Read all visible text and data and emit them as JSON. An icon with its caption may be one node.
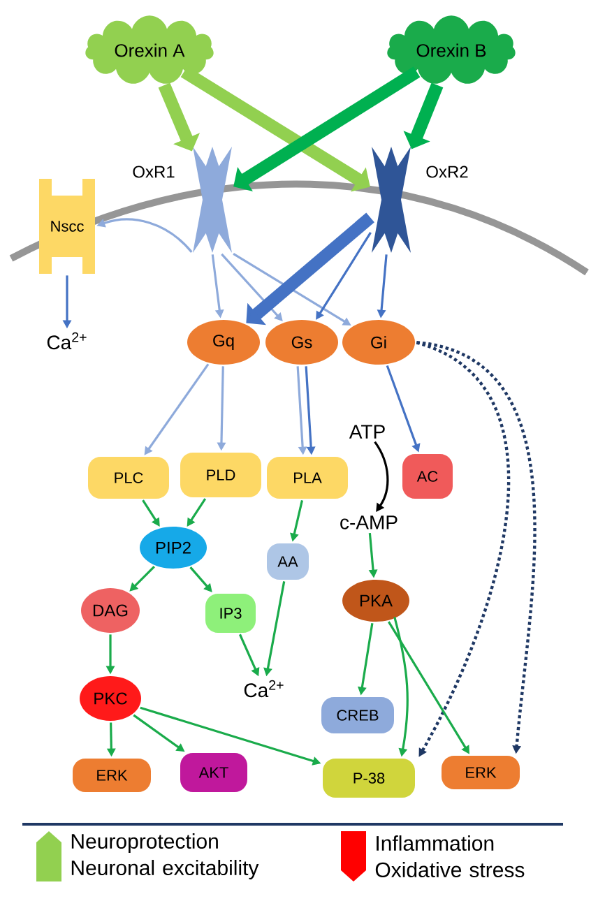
{
  "diagram": {
    "nodes": [
      {
        "text": [
          "Orexin A"
        ]
      },
      {
        "text": [
          "Orexin B"
        ]
      },
      {
        "text": [
          "OxR1"
        ]
      },
      {
        "text": [
          "OxR2"
        ]
      },
      {
        "text": [
          "Nscc"
        ]
      },
      {
        "text": [
          "Ca$^{2+}$"
        ]
      },
      {
        "text": [
          "Gq"
        ]
      },
      {
        "text": [
          "Gs"
        ]
      },
      {
        "text": [
          "Gi"
        ]
      },
      {
        "text": [
          "PLC"
        ]
      },
      {
        "text": [
          "PLD"
        ]
      },
      {
        "text": [
          "PLA"
        ]
      },
      {
        "text": [
          "ATP"
        ]
      },
      {
        "text": [
          "AC"
        ]
      },
      {
        "text": [
          "c-AMP"
        ]
      },
      {
        "text": [
          "PIP2"
        ]
      },
      {
        "text": [
          "AA"
        ]
      },
      {
        "text": [
          "DAG"
        ]
      },
      {
        "text": [
          "IP3"
        ]
      },
      {
        "text": [
          "PKA"
        ]
      },
      {
        "text": [
          "PKC"
        ]
      },
      {
        "text": [
          "Ca$^{2+}$"
        ]
      },
      {
        "text": [
          "CREB"
        ]
      },
      {
        "text": [
          "ERK"
        ]
      },
      {
        "text": [
          "AKT"
        ]
      },
      {
        "text": [
          "P-38"
        ]
      },
      {
        "text": [
          "ERK"
        ]
      }
    ],
    "edges": [
      {
        "from": 0,
        "to": 2,
        "arrow": "to",
        "style": "thick",
        "color": "#92d050"
      },
      {
        "from": 0,
        "to": 3,
        "arrow": "to",
        "style": "thick",
        "color": "#92d050"
      },
      {
        "from": 1,
        "to": 3,
        "arrow": "to",
        "style": "thick",
        "color": "#00b050"
      },
      {
        "from": 1,
        "to": 2,
        "arrow": "to",
        "style": "thick",
        "color": "#00b050"
      },
      {
        "from": 2,
        "to": 4,
        "arrow": "to",
        "color": "#8eaadb"
      },
      {
        "from": 2,
        "to": 6,
        "arrow": "to",
        "color": "#8eaadb"
      },
      {
        "from": 2,
        "to": 7,
        "arrow": "to",
        "color": "#8eaadb"
      },
      {
        "from": 2,
        "to": 8,
        "arrow": "to",
        "color": "#8eaadb"
      },
      {
        "from": 3,
        "to": 6,
        "arrow": "to",
        "style": "thick",
        "color": "#4472c4"
      },
      {
        "from": 3,
        "to": 7,
        "arrow": "to",
        "color": "#4472c4"
      },
      {
        "from": 3,
        "to": 8,
        "arrow": "to",
        "color": "#4472c4"
      },
      {
        "from": 4,
        "to": 5,
        "arrow": "to",
        "color": "#4472c4"
      },
      {
        "from": 6,
        "to": 9,
        "arrow": "to",
        "color": "#8eaadb"
      },
      {
        "from": 6,
        "to": 10,
        "arrow": "to",
        "color": "#8eaadb"
      },
      {
        "from": 7,
        "to": 11,
        "arrow": "to",
        "color": "#8eaadb"
      },
      {
        "from": 7,
        "to": 11,
        "arrow": "to",
        "color": "#4472c4"
      },
      {
        "from": 8,
        "to": 13,
        "arrow": "to",
        "color": "#4472c4"
      },
      {
        "from": 8,
        "to": 25,
        "arrow": "to",
        "style": "dashed",
        "color": "#1f3864"
      },
      {
        "from": 8,
        "to": 26,
        "arrow": "to",
        "style": "dashed",
        "color": "#1f3864"
      },
      {
        "from": 12,
        "to": 14,
        "arrow": "to",
        "color": "#000000"
      },
      {
        "from": 9,
        "to": 15,
        "arrow": "to"
      },
      {
        "from": 10,
        "to": 15,
        "arrow": "to"
      },
      {
        "from": 11,
        "to": 16,
        "arrow": "to"
      },
      {
        "from": 15,
        "to": 17,
        "arrow": "to"
      },
      {
        "from": 15,
        "to": 18,
        "arrow": "to"
      },
      {
        "from": 16,
        "to": 21,
        "arrow": "to"
      },
      {
        "from": 18,
        "to": 21,
        "arrow": "to"
      },
      {
        "from": 14,
        "to": 19,
        "arrow": "to"
      },
      {
        "from": 17,
        "to": 20,
        "arrow": "to"
      },
      {
        "from": 20,
        "to": 23,
        "arrow": "to"
      },
      {
        "from": 20,
        "to": 24,
        "arrow": "to"
      },
      {
        "from": 20,
        "to": 25,
        "arrow": "to"
      },
      {
        "from": 19,
        "to": 22,
        "arrow": "to"
      },
      {
        "from": 19,
        "to": 25,
        "arrow": "to"
      },
      {
        "from": 19,
        "to": 26,
        "arrow": "to"
      }
    ],
    "legend": [
      {
        "text": "Neuroprotection Neuronal excitability",
        "color": "#92d050"
      },
      {
        "text": "Inflammation Oxidative stress",
        "color": "#ff0000"
      }
    ]
  }
}
